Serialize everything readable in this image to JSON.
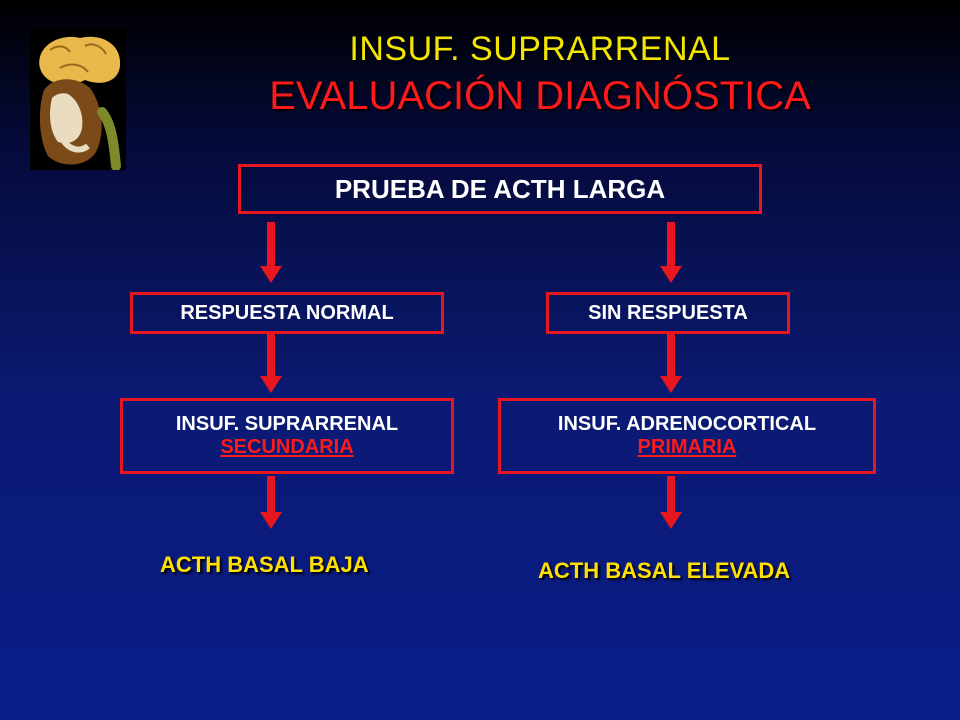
{
  "header": {
    "title_line1": "INSUF. SUPRARRENAL",
    "title_line2": "EVALUACIÓN DIAGNÓSTICA",
    "icon": "adrenal-gland-icon"
  },
  "diagram": {
    "root": "PRUEBA DE ACTH LARGA",
    "left": {
      "response": "RESPUESTA NORMAL",
      "diagnosis_line1": "INSUF. SUPRARRENAL",
      "diagnosis_line2": "SECUNDARIA",
      "result": "ACTH BASAL BAJA"
    },
    "right": {
      "response": "SIN RESPUESTA",
      "diagnosis_line1": "INSUF. ADRENOCORTICAL",
      "diagnosis_line2": "PRIMARIA",
      "result": "ACTH BASAL ELEVADA"
    }
  },
  "colors": {
    "title_primary": "#f2e600",
    "title_secondary": "#ff1a1a",
    "box_border": "#e8161f",
    "arrow": "#e8161f",
    "result_text": "#ffe000"
  }
}
